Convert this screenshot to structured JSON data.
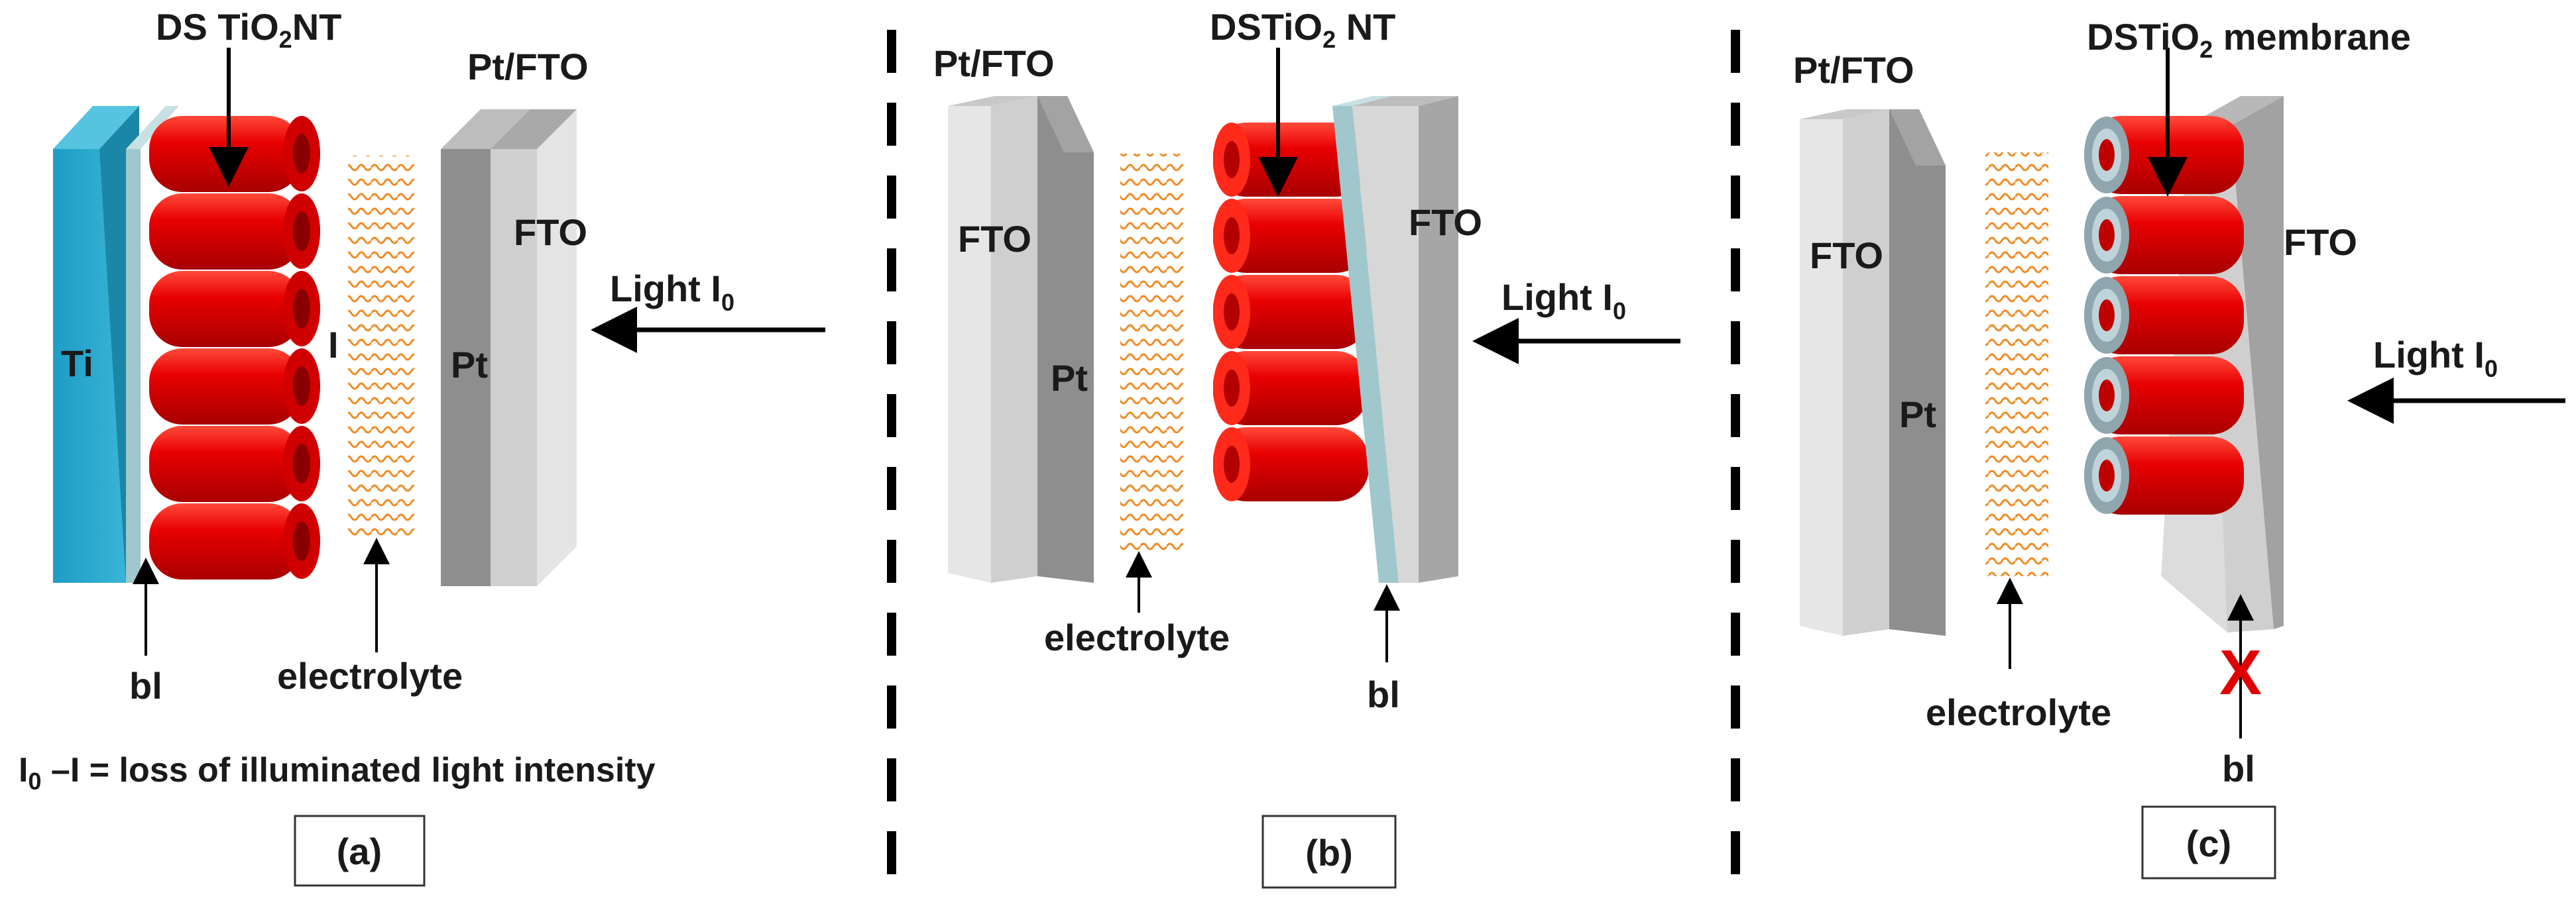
{
  "colors": {
    "ti": "#2aa6c8",
    "block_layer": "#9fc7cc",
    "nanotube_red": "#e30000",
    "pt_gray": "#9a9a9a",
    "fto_gray": "#d4d4d4",
    "electrolyte_orange": "#f08a24",
    "cross_red": "#e00000"
  },
  "panel_a": {
    "tag": "(a)",
    "nanotube_label": {
      "main": "DS TiO",
      "sub": "2",
      "tail": "NT"
    },
    "ptfto_label": "Pt/FTO",
    "fto_label": "FTO",
    "pt_label": "Pt",
    "ti_label": "Ti",
    "i_label": "I",
    "light_label": {
      "main": "Light I",
      "sub": "0"
    },
    "bl_label": "bl",
    "electrolyte_label": "electrolyte",
    "loss_text": {
      "i0": "I",
      "sub": "0",
      "rest": " –I = loss of illuminated light intensity"
    }
  },
  "panel_b": {
    "tag": "(b)",
    "ptfto_label": "Pt/FTO",
    "nanotube_label": {
      "main": "DSTiO",
      "sub": "2",
      "tail": " NT"
    },
    "fto_left_label": "FTO",
    "pt_label": "Pt",
    "fto_right_label": "FTO",
    "light_label": {
      "main": "Light I",
      "sub": "0"
    },
    "electrolyte_label": "electrolyte",
    "bl_label": "bl"
  },
  "panel_c": {
    "tag": "(c)",
    "ptfto_label": "Pt/FTO",
    "membrane_label": {
      "main": "DSTiO",
      "sub": "2",
      "tail": " membrane"
    },
    "fto_left_label": "FTO",
    "pt_label": "Pt",
    "fto_right_label": "FTO",
    "light_label": {
      "main": "Light I",
      "sub": "0"
    },
    "electrolyte_label": "electrolyte",
    "cross_mark": "X",
    "bl_label": "bl"
  }
}
